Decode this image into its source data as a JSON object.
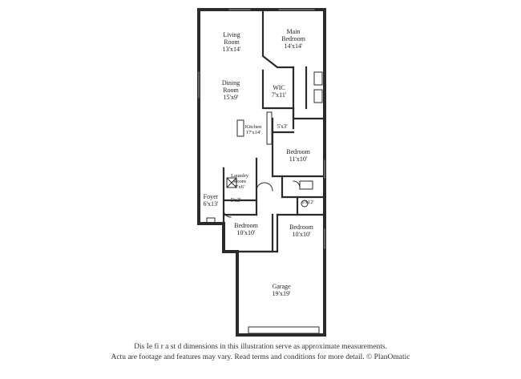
{
  "rooms": {
    "living": {
      "name": "Living",
      "name2": "Room",
      "dims": "13'x14'"
    },
    "main_bedroom": {
      "name": "Main",
      "name2": "Bedroom",
      "dims": "14'x14'"
    },
    "dining": {
      "name": "Dining",
      "name2": "Room",
      "dims": "15'x9'"
    },
    "wic": {
      "name": "WIC",
      "dims": "7'x11'"
    },
    "kitchen": {
      "name": "Kitchen",
      "dims": "17'x14'"
    },
    "closet_5x3_upper": {
      "dims": "5'x3'"
    },
    "bedroom_right": {
      "name": "Bedroom",
      "dims": "11'x10'"
    },
    "laundry": {
      "name": "Laundry",
      "name2": "Room",
      "dims": "7'x6'"
    },
    "foyer": {
      "name": "Foyer",
      "dims": "6'x13'"
    },
    "closet_5x3_lower": {
      "dims": "5'x3'"
    },
    "bath_6x12": {
      "dims": "6'x12'"
    },
    "bedroom_left": {
      "name": "Bedroom",
      "dims": "10'x10'"
    },
    "bedroom_lower_right": {
      "name": "Bedroom",
      "dims": "10'x10'"
    },
    "garage": {
      "name": "Garage",
      "dims": "19'x19'"
    }
  },
  "disclaimer": {
    "line1": "Dis   Ie fi  r   a   st   d dimensions in this illustration serve as approximate measurements.",
    "line2": "Actu    are footage and features may vary. Read terms and conditions for more detail. © PlanOmatic"
  }
}
